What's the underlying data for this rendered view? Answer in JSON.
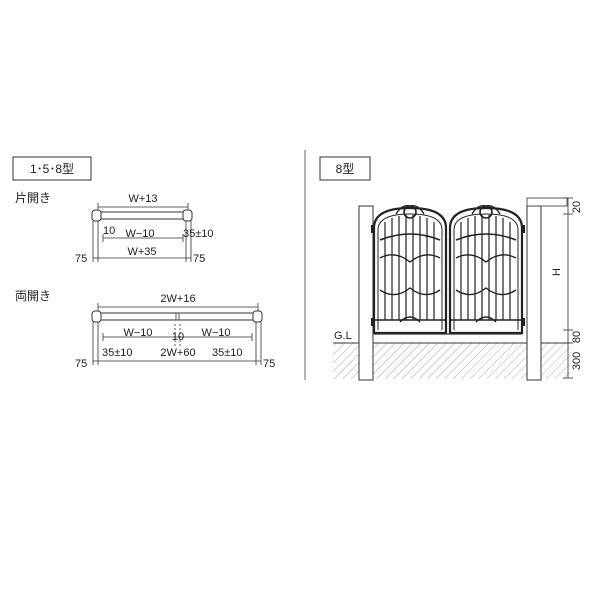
{
  "left_panel": {
    "title": "1･5･8型",
    "single": {
      "heading": "片開き",
      "top_dim": "W+13",
      "gap": "10",
      "inner": "W−10",
      "tolerance": "35±10",
      "bottom_dim": "W+35",
      "post_left": "75",
      "post_right": "75"
    },
    "double": {
      "heading": "両開き",
      "top_dim": "2W+16",
      "inner_left": "W−10",
      "inner_right": "W−10",
      "center_gap": "10",
      "tol_left": "35±10",
      "total": "2W+60",
      "tol_right": "35±10",
      "post_left": "75",
      "post_right": "75"
    }
  },
  "right_panel": {
    "title": "8型",
    "ground_label": "G.L",
    "dim_top": "20",
    "dim_height": "H",
    "dim_bottom": "80",
    "dim_embed": "300"
  }
}
